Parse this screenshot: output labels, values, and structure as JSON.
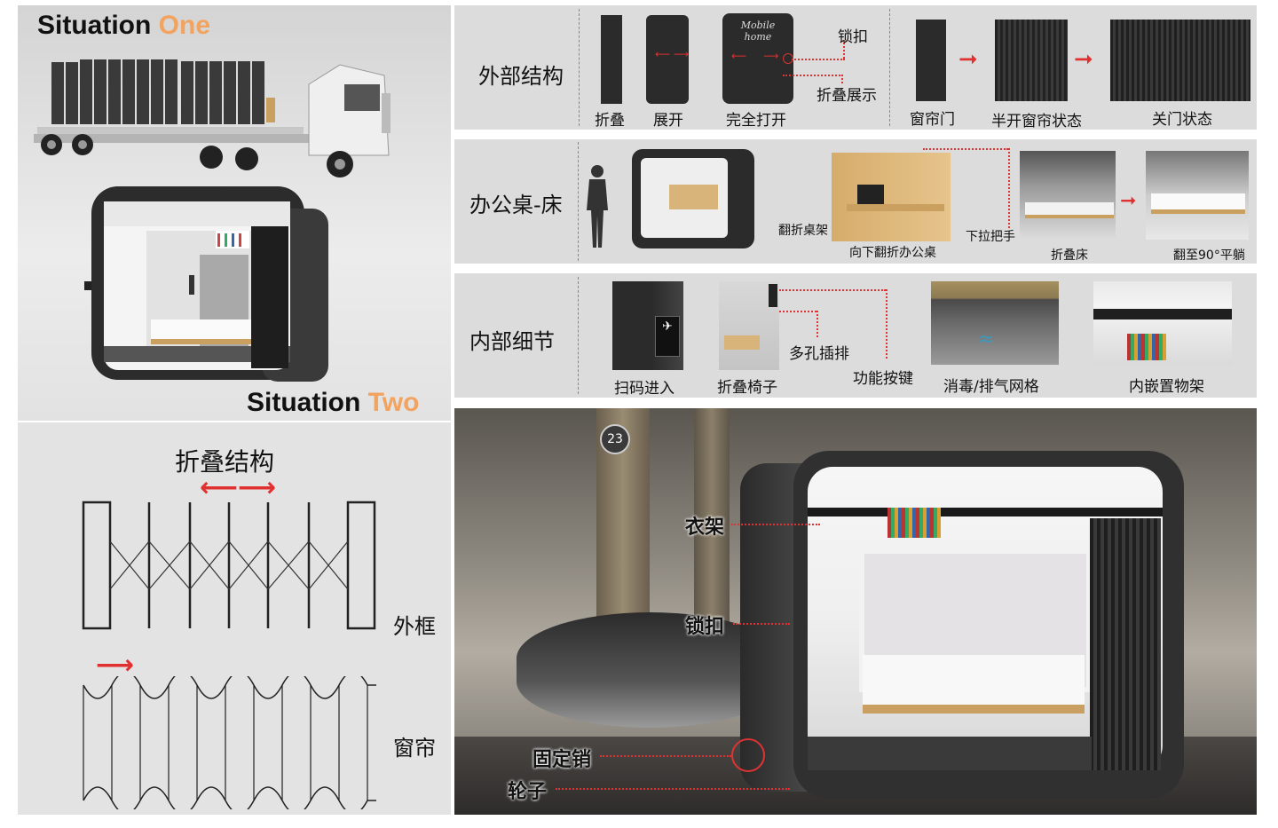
{
  "situation_one": {
    "word": "Situation",
    "num": "One"
  },
  "situation_two": {
    "word": "Situation",
    "num": "Two"
  },
  "mobile_home_logo": "Mobile home",
  "exterior": {
    "title": "外部结构",
    "items": [
      "折叠",
      "展开",
      "完全打开"
    ],
    "lock": "锁扣",
    "fold_show": "折叠展示",
    "curtain": [
      "窗帘门",
      "半开窗帘状态",
      "关门状态"
    ]
  },
  "desk_bed": {
    "title": "办公桌-床",
    "fold_shelf": "翻折桌架",
    "fold_desk": "向下翻折办公桌",
    "pull_handle": "下拉把手",
    "fold_bed": "折叠床",
    "flat_bed": "翻至90°平躺"
  },
  "interior": {
    "title": "内部细节",
    "scan": "扫码进入",
    "chair": "折叠椅子",
    "socket": "多孔插排",
    "button": "功能按键",
    "vent": "消毒/排气网格",
    "shelf": "内嵌置物架"
  },
  "fold_structure": {
    "title": "折叠结构",
    "frame": "外框",
    "curtain": "窗帘"
  },
  "photo": {
    "gate_number": "23",
    "hanger": "衣架",
    "lock": "锁扣",
    "pin": "固定销",
    "wheel": "轮子"
  },
  "colors": {
    "accent_red": "#e03030",
    "accent_orange": "#f2a35f",
    "panel_gray": "#dcdcdc"
  }
}
